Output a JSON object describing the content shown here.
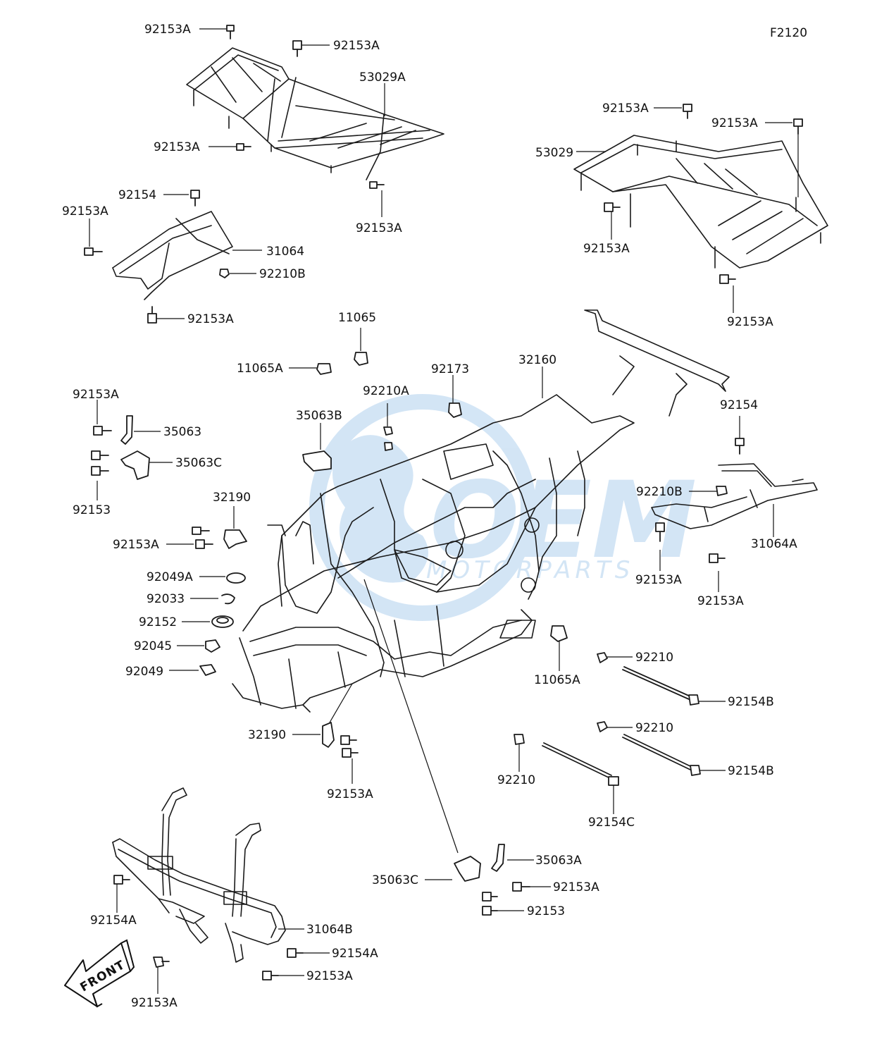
{
  "diagram": {
    "figure_code": "F2120",
    "watermark": {
      "brand": "OEM",
      "subtitle": "MOTORPARTS",
      "color": "#cfe3f5"
    },
    "labels": {
      "front_left_rack_bolt_top": "92153A",
      "front_rack_bolt_top_right": "92153A",
      "front_rack": "53029A",
      "front_rack_bolt_left": "92153A",
      "front_rack_bolt_bottom": "92153A",
      "front_guard_bolt": "92154",
      "front_guard_bolt_left": "92153A",
      "front_guard": "31064",
      "front_guard_nut": "92210B",
      "front_guard_bolt_bottom": "92153A",
      "rear_rack": "53029",
      "rear_rack_bolt_top_left": "92153A",
      "rear_rack_bolt_top_right": "92153A",
      "rear_rack_bolt_left": "92153A",
      "rear_rack_bolt_bottom": "92153A",
      "plug_top": "11065",
      "plug_left": "11065A",
      "frame": "32160",
      "clip": "92173",
      "nut_92210a": "92210A",
      "bracket_35063b": "35063B",
      "rear_bolt_92154": "92154",
      "rear_guard_nut": "92210B",
      "rear_guard": "31064A",
      "rear_guard_bolt_left": "92153A",
      "rear_guard_bolt_right": "92153A",
      "bracket_bolt_top": "92153A",
      "bracket_35063": "35063",
      "bracket_35063c": "35063C",
      "bracket_bolt_92153": "92153",
      "bracket_32190": "32190",
      "bracket_32190_bolt": "92153A",
      "collar_92049a": "92049A",
      "clip_92033": "92033",
      "grommet_92152": "92152",
      "collar_92045": "92045",
      "collar_92049": "92049",
      "plug_bottom": "11065A",
      "nut_92210_a": "92210",
      "shaft_92154b_a": "92154B",
      "nut_92210_b": "92210",
      "shaft_92154b_b": "92154B",
      "nut_92210_c": "92210",
      "shaft_92154c": "92154C",
      "bracket_32190_low": "32190",
      "bracket_32190_low_bolt": "92153A",
      "bracket_35063c_low": "35063C",
      "bracket_35063a": "35063A",
      "bracket_35063a_bolt": "92153A",
      "bracket_35063a_bolt2": "92153",
      "bumper_bolt_left": "92154A",
      "bumper": "31064B",
      "bumper_bolt_right": "92154A",
      "bumper_bolt_bottom": "92153A",
      "bumper_bolt_left_low": "92153A",
      "front_arrow": "FRONT"
    }
  }
}
